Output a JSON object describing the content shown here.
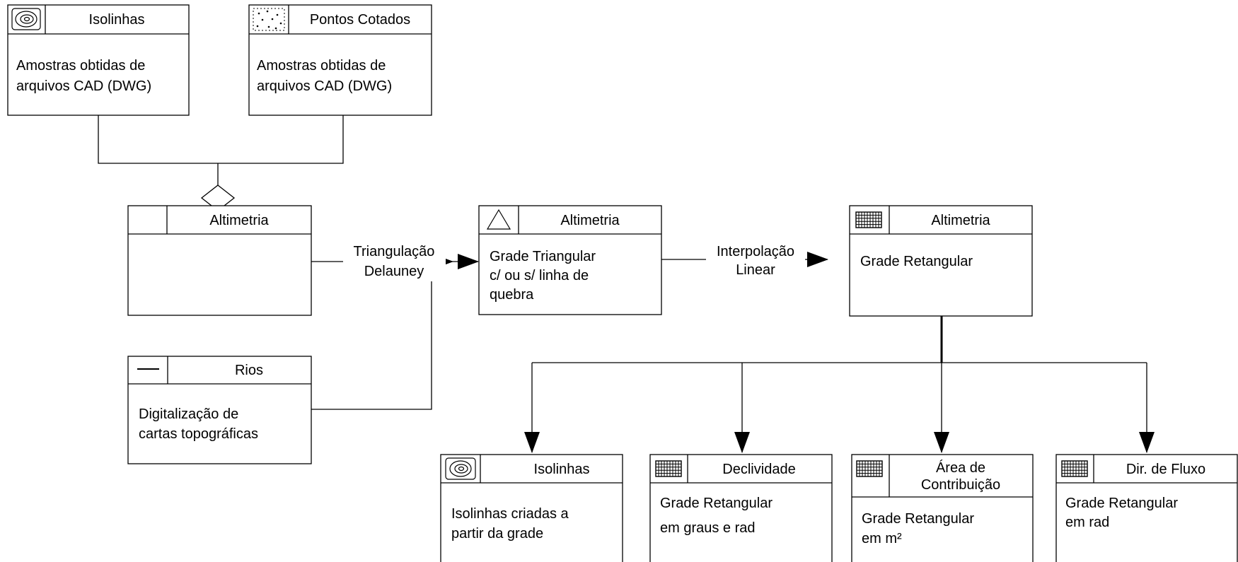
{
  "colors": {
    "stroke": "#000000",
    "background": "#ffffff"
  },
  "boxes": {
    "isolinhas_top": {
      "title": "Isolinhas",
      "icon": "contour-icon",
      "body": [
        "Amostras obtidas de",
        "arquivos CAD (DWG)"
      ]
    },
    "pontos_cotados": {
      "title": "Pontos Cotados",
      "icon": "points-icon",
      "body": [
        "Amostras obtidas de",
        "arquivos CAD (DWG)"
      ]
    },
    "altimetria_1": {
      "title": "Altimetria",
      "icon": "",
      "body": []
    },
    "rios": {
      "title": "Rios",
      "icon": "line-icon",
      "body": [
        "Digitalização de",
        "cartas topográficas"
      ]
    },
    "altimetria_2": {
      "title": "Altimetria",
      "icon": "triangle-icon",
      "body": [
        "Grade Triangular",
        "c/ ou s/  linha de",
        "quebra"
      ]
    },
    "altimetria_3": {
      "title": "Altimetria",
      "icon": "grid-icon",
      "body": [
        "Grade Retangular"
      ]
    },
    "isolinhas_bottom": {
      "title": "Isolinhas",
      "icon": "contour-icon",
      "body": [
        "Isolinhas criadas a",
        "partir da grade"
      ]
    },
    "declividade": {
      "title": "Declividade",
      "icon": "grid-icon",
      "body": [
        "Grade Retangular",
        "em graus e rad"
      ]
    },
    "area_contribuicao": {
      "title": [
        "Área de",
        "Contribuição"
      ],
      "icon": "grid-icon",
      "body": [
        "Grade Retangular",
        "em  m²"
      ]
    },
    "dir_fluxo": {
      "title": "Dir. de Fluxo",
      "icon": "grid-icon",
      "body": [
        "Grade Retangular",
        "em   rad"
      ]
    }
  },
  "edges": {
    "triangulacao": [
      "Triangulação",
      "Delauney"
    ],
    "interpolacao": [
      "Interpolação",
      "Linear"
    ]
  }
}
